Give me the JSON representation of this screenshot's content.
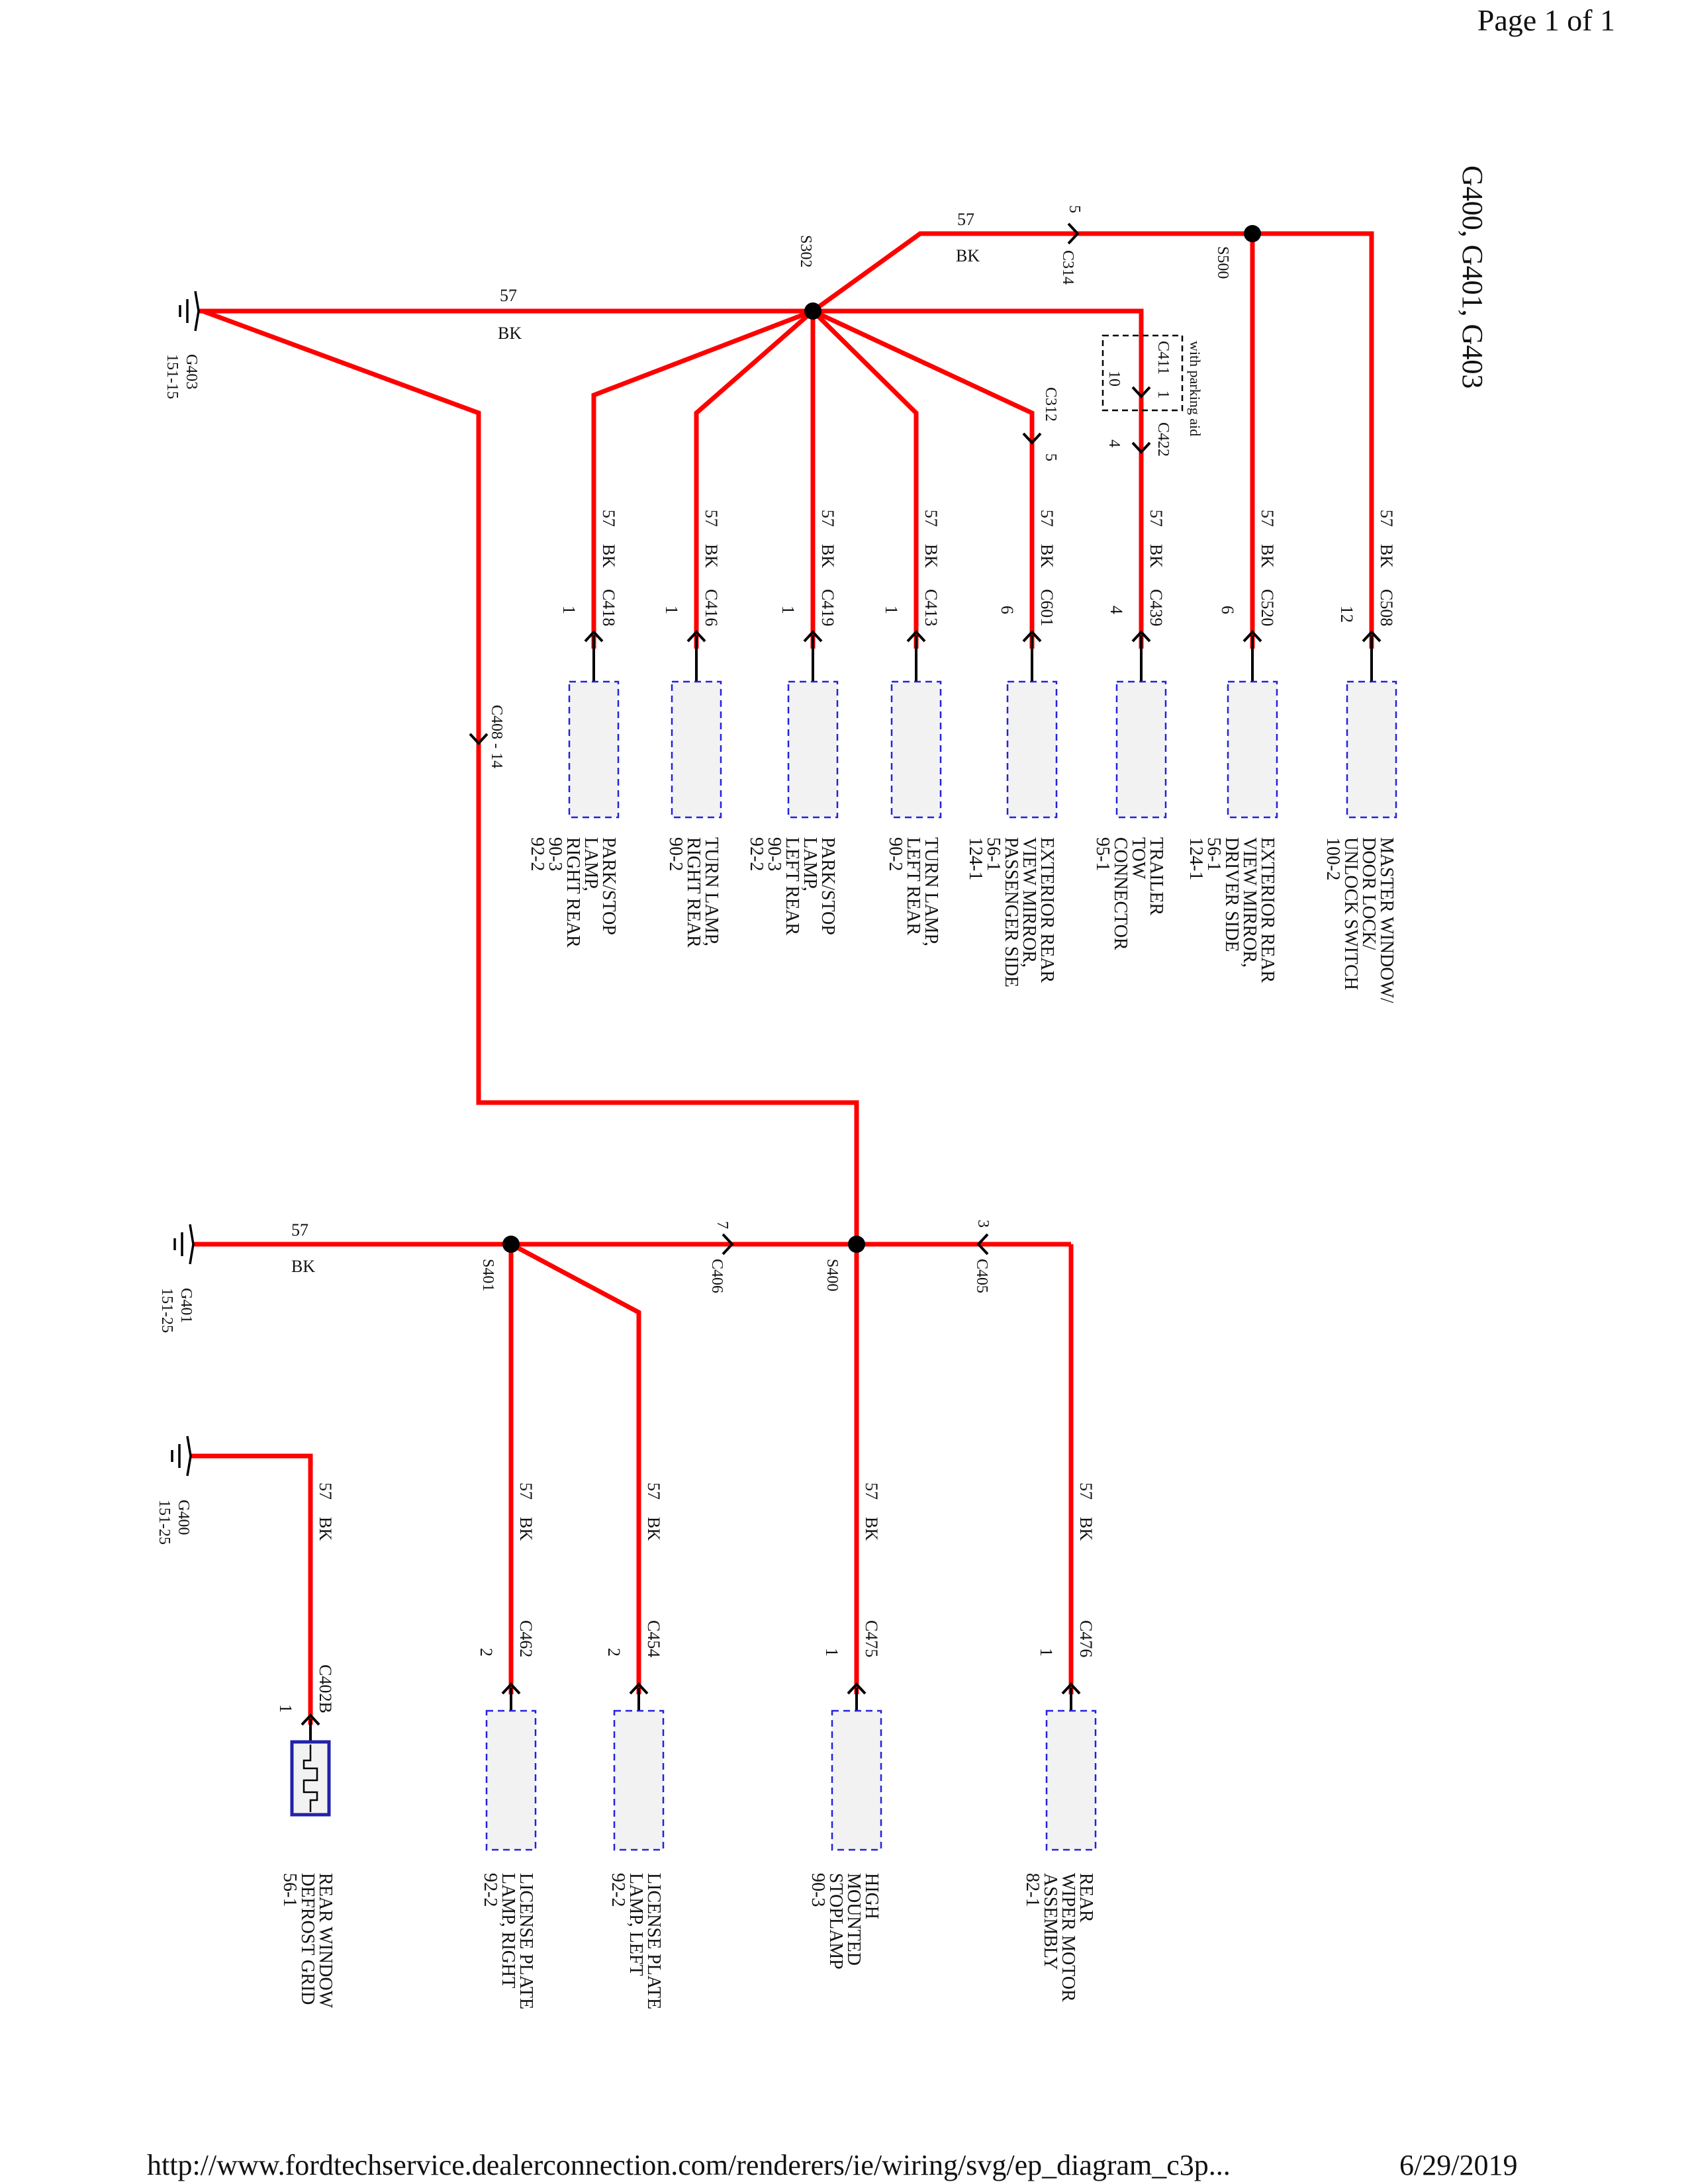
{
  "page": {
    "page_number": "Page 1 of 1",
    "url": "http://www.fordtechservice.dealerconnection.com/renderers/ie/wiring/svg/ep_diagram_c3p...",
    "date": "6/29/2019"
  },
  "title": "G400, G401, G403",
  "wire": {
    "circuit": "57",
    "color": "BK"
  },
  "splices": {
    "s302": "S302",
    "s500": "S500",
    "s400": "S400",
    "s401": "S401"
  },
  "inline": {
    "c314": "C314",
    "c314_pin": "5",
    "c312": "C312",
    "c312_pin": "5",
    "c411": "C411",
    "c411_pin_a": "10",
    "c411_pin_b": "1",
    "c422": "C422",
    "c422_pin": "4",
    "c408": "C408 - 14",
    "c406": "C406",
    "c406_pin": "7",
    "c405": "C405",
    "c405_pin": "3",
    "parking_aid": "with parking aid"
  },
  "grounds": [
    {
      "name": "G403",
      "page": "151-15"
    },
    {
      "name": "G401",
      "page": "151-25"
    },
    {
      "name": "G400",
      "page": "151-25"
    }
  ],
  "top_components": [
    {
      "connector": "C418",
      "pin": "1",
      "lines": [
        "PARK/STOP",
        "LAMP,",
        "RIGHT REAR",
        "90-3",
        "92-2"
      ]
    },
    {
      "connector": "C416",
      "pin": "1",
      "lines": [
        "TURN LAMP,",
        "RIGHT REAR",
        "90-2"
      ]
    },
    {
      "connector": "C419",
      "pin": "1",
      "lines": [
        "PARK/STOP",
        "LAMP,",
        "LEFT REAR",
        "90-3",
        "92-2"
      ]
    },
    {
      "connector": "C413",
      "pin": "1",
      "lines": [
        "TURN LAMP,",
        "LEFT REAR",
        "90-2"
      ]
    },
    {
      "connector": "C601",
      "pin": "6",
      "lines": [
        "EXTERIOR REAR",
        "VIEW MIRROR,",
        "PASSENGER SIDE",
        "56-1",
        "124-1"
      ]
    },
    {
      "connector": "C439",
      "pin": "4",
      "lines": [
        "TRAILER",
        "TOW",
        "CONNECTOR",
        "95-1"
      ]
    },
    {
      "connector": "C520",
      "pin": "6",
      "lines": [
        "EXTERIOR REAR",
        "VIEW MIRROR,",
        "DRIVER SIDE",
        "56-1",
        "124-1"
      ]
    },
    {
      "connector": "C508",
      "pin": "12",
      "lines": [
        "MASTER WINDOW/",
        "DOOR LOCK/",
        "UNLOCK SWITCH",
        "100-2"
      ]
    }
  ],
  "bottom_components": [
    {
      "connector": "C402B",
      "pin": "1",
      "lines": [
        "REAR WINDOW",
        "DEFROST GRID",
        "56-1"
      ]
    },
    {
      "connector": "C462",
      "pin": "2",
      "lines": [
        "LICENSE PLATE",
        "LAMP, RIGHT",
        "92-2"
      ]
    },
    {
      "connector": "C454",
      "pin": "2",
      "lines": [
        "LICENSE PLATE",
        "LAMP, LEFT",
        "92-2"
      ]
    },
    {
      "connector": "C475",
      "pin": "1",
      "lines": [
        "HIGH",
        "MOUNTED",
        "STOPLAMP",
        "90-3"
      ]
    },
    {
      "connector": "C476",
      "pin": "1",
      "lines": [
        "REAR",
        "WIPER MOTOR",
        "ASSEMBLY",
        "82-1"
      ]
    }
  ]
}
